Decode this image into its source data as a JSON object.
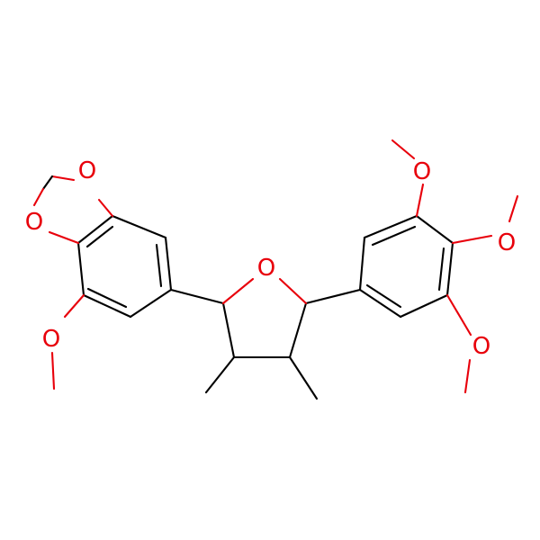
{
  "colors": {
    "background": "#ffffff",
    "bond": "#000000",
    "oxygen": "#e8000b"
  },
  "atoms": {
    "o1": "O",
    "o2": "O",
    "o3": "O",
    "o4": "O",
    "o5": "O",
    "o6": "O",
    "o7": "O"
  }
}
